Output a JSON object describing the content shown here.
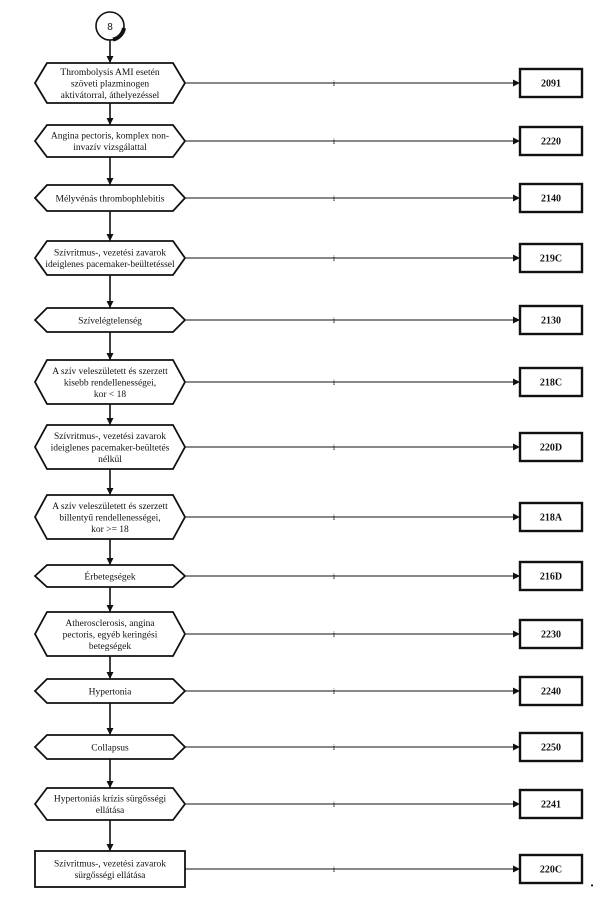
{
  "connector": "8",
  "branch_label": "i",
  "footer_mark": "•",
  "steps": [
    {
      "lines": [
        "Thrombolysis AMI esetén",
        "szöveti plazminogen",
        "aktivátorral, áthelyezéssel"
      ],
      "code": "2091",
      "shape": "hexagon"
    },
    {
      "lines": [
        "Angina pectoris, komplex non-",
        "invazív vizsgálattal"
      ],
      "code": "2220",
      "shape": "hexagon"
    },
    {
      "lines": [
        "Mélyvénás thrombophlebitis"
      ],
      "code": "2140",
      "shape": "hexagon"
    },
    {
      "lines": [
        "Szívritmus-, vezetési zavarok",
        "ideiglenes pacemaker-beültetéssel"
      ],
      "code": "219C",
      "shape": "hexagon"
    },
    {
      "lines": [
        "Szívelégtelenség"
      ],
      "code": "2130",
      "shape": "hexagon"
    },
    {
      "lines": [
        "A szív veleszületett és szerzett",
        "kisebb rendellenességei,",
        "kor < 18"
      ],
      "code": "218C",
      "shape": "hexagon"
    },
    {
      "lines": [
        "Szívritmus-, vezetési zavarok",
        "ideiglenes pacemaker-beültetés",
        "nélkül"
      ],
      "code": "220D",
      "shape": "hexagon"
    },
    {
      "lines": [
        "A szív veleszületett és szerzett",
        "billentyű rendellenességei,",
        "kor >= 18"
      ],
      "code": "218A",
      "shape": "hexagon"
    },
    {
      "lines": [
        "Érbetegségek"
      ],
      "code": "216D",
      "shape": "hexagon"
    },
    {
      "lines": [
        "Atherosclerosis, angina",
        "pectoris, egyéb keringési",
        "betegségek"
      ],
      "code": "2230",
      "shape": "hexagon"
    },
    {
      "lines": [
        "Hypertonia"
      ],
      "code": "2240",
      "shape": "hexagon"
    },
    {
      "lines": [
        "Collapsus"
      ],
      "code": "2250",
      "shape": "hexagon"
    },
    {
      "lines": [
        "Hypertoniás krízis sürgősségi",
        "ellátása"
      ],
      "code": "2241",
      "shape": "hexagon"
    },
    {
      "lines": [
        "Szívritmus-, vezetési zavarok",
        "sürgősségi ellátása"
      ],
      "code": "220C",
      "shape": "rect"
    }
  ]
}
